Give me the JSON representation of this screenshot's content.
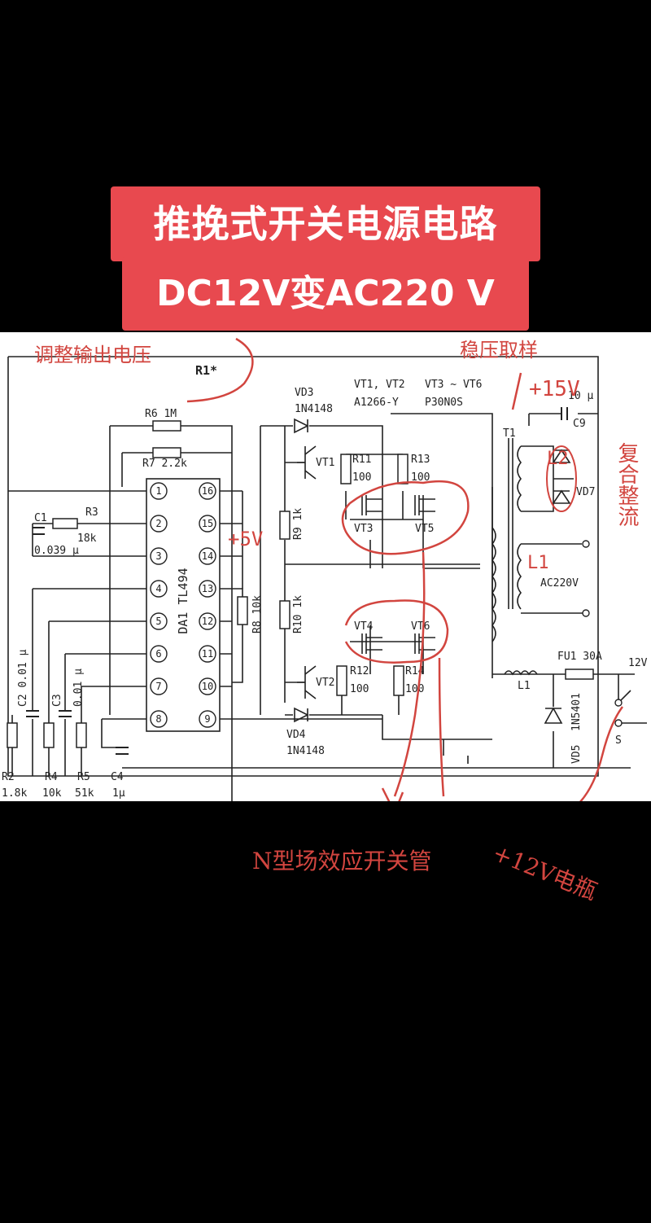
{
  "title": {
    "line1": "推挽式开关电源电路",
    "line2": "DC12V变AC220 V"
  },
  "colors": {
    "banner": "#e8494f",
    "annotation": "#d2453f",
    "ink": "#222222",
    "background": "#000000"
  },
  "ic": {
    "ref": "DA1",
    "part": "TL494",
    "pins_left": [
      "1",
      "2",
      "3",
      "4",
      "5",
      "6",
      "7",
      "8"
    ],
    "pins_right": [
      "16",
      "15",
      "14",
      "13",
      "12",
      "11",
      "10",
      "9"
    ]
  },
  "labels": {
    "r1": "R1*",
    "r6": "R6  1M",
    "r7": "R7  2.2k",
    "r3": "R3",
    "r3v": "18k",
    "c1": "C1",
    "c1v": "0.039 μ",
    "c2": "C2  0.01 μ",
    "c3": "C3",
    "c3v": "0.01 μ",
    "r2": "R2",
    "r2v": "1.8k",
    "r4": "R4",
    "r4v": "10k",
    "r5": "R5",
    "r5v": "51k",
    "c4": "C4",
    "c4v": "1μ",
    "r8": "R8 10k",
    "r9": "R9 1k",
    "r10": "R10 1k",
    "vd3": "VD3",
    "vd3v": "1N4148",
    "vd4": "VD4",
    "vd4v": "1N4148",
    "vt1": "VT1",
    "vt2": "VT2",
    "vtpair": "VT1, VT2",
    "vtpairv": "A1266-Y",
    "vtgroup": "VT3 ~ VT6",
    "vtgroupv": "P30N0S",
    "r11": "R11",
    "r11v": "100",
    "r13": "R13",
    "r13v": "100",
    "r12": "R12",
    "r12v": "100",
    "r14": "R14",
    "r14v": "100",
    "vt3": "VT3",
    "vt5": "VT5",
    "vt4": "VT4",
    "vt6": "VT6",
    "t1": "T1",
    "c9": "C9",
    "c9v": "10 μ",
    "vd7": "VD7",
    "ac": "AC220V",
    "l1": "L1",
    "fu1": "FU1  30A",
    "v12": "12V",
    "vd5": "VD5",
    "vd5v": "1N5401",
    "s": "S"
  },
  "annotations": {
    "adjust": "调整输出电压",
    "sampling": "稳压取样",
    "v15": "+15V",
    "v5": "+5V",
    "l2": "L2",
    "l1h": "L1",
    "rectifier": "复合整流",
    "mosfet": "N型场效应开关管",
    "battery": "+12V电瓶"
  }
}
